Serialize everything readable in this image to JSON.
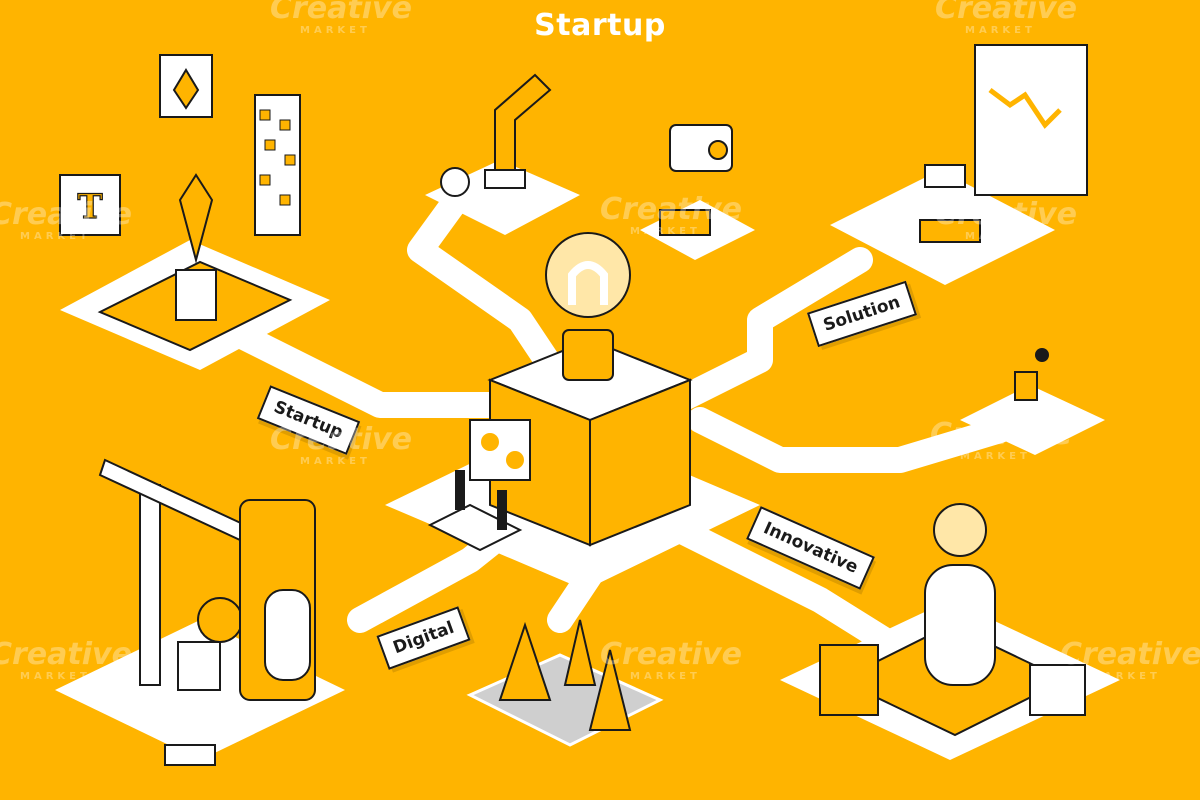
{
  "page": {
    "title": "Startup"
  },
  "labels": {
    "startup": "Startup",
    "solution": "Solution",
    "innovative": "Innovative",
    "digital": "Digital"
  },
  "watermark": {
    "brand": "Creative",
    "sub": "MARKET"
  },
  "colors": {
    "background": "#FFB400",
    "platform": "#FFFFFF",
    "outline": "#1A1A1A",
    "accent": "#FFB400",
    "shadow": "#F3E9C8"
  },
  "icons": [
    "light-bulb-icon",
    "rocket-icon",
    "crane-icon",
    "robot-arm-icon",
    "pen-tool-icon",
    "chart-board-icon",
    "gear-icon",
    "cone-icon",
    "smartphone-icon",
    "tablet-icon"
  ]
}
